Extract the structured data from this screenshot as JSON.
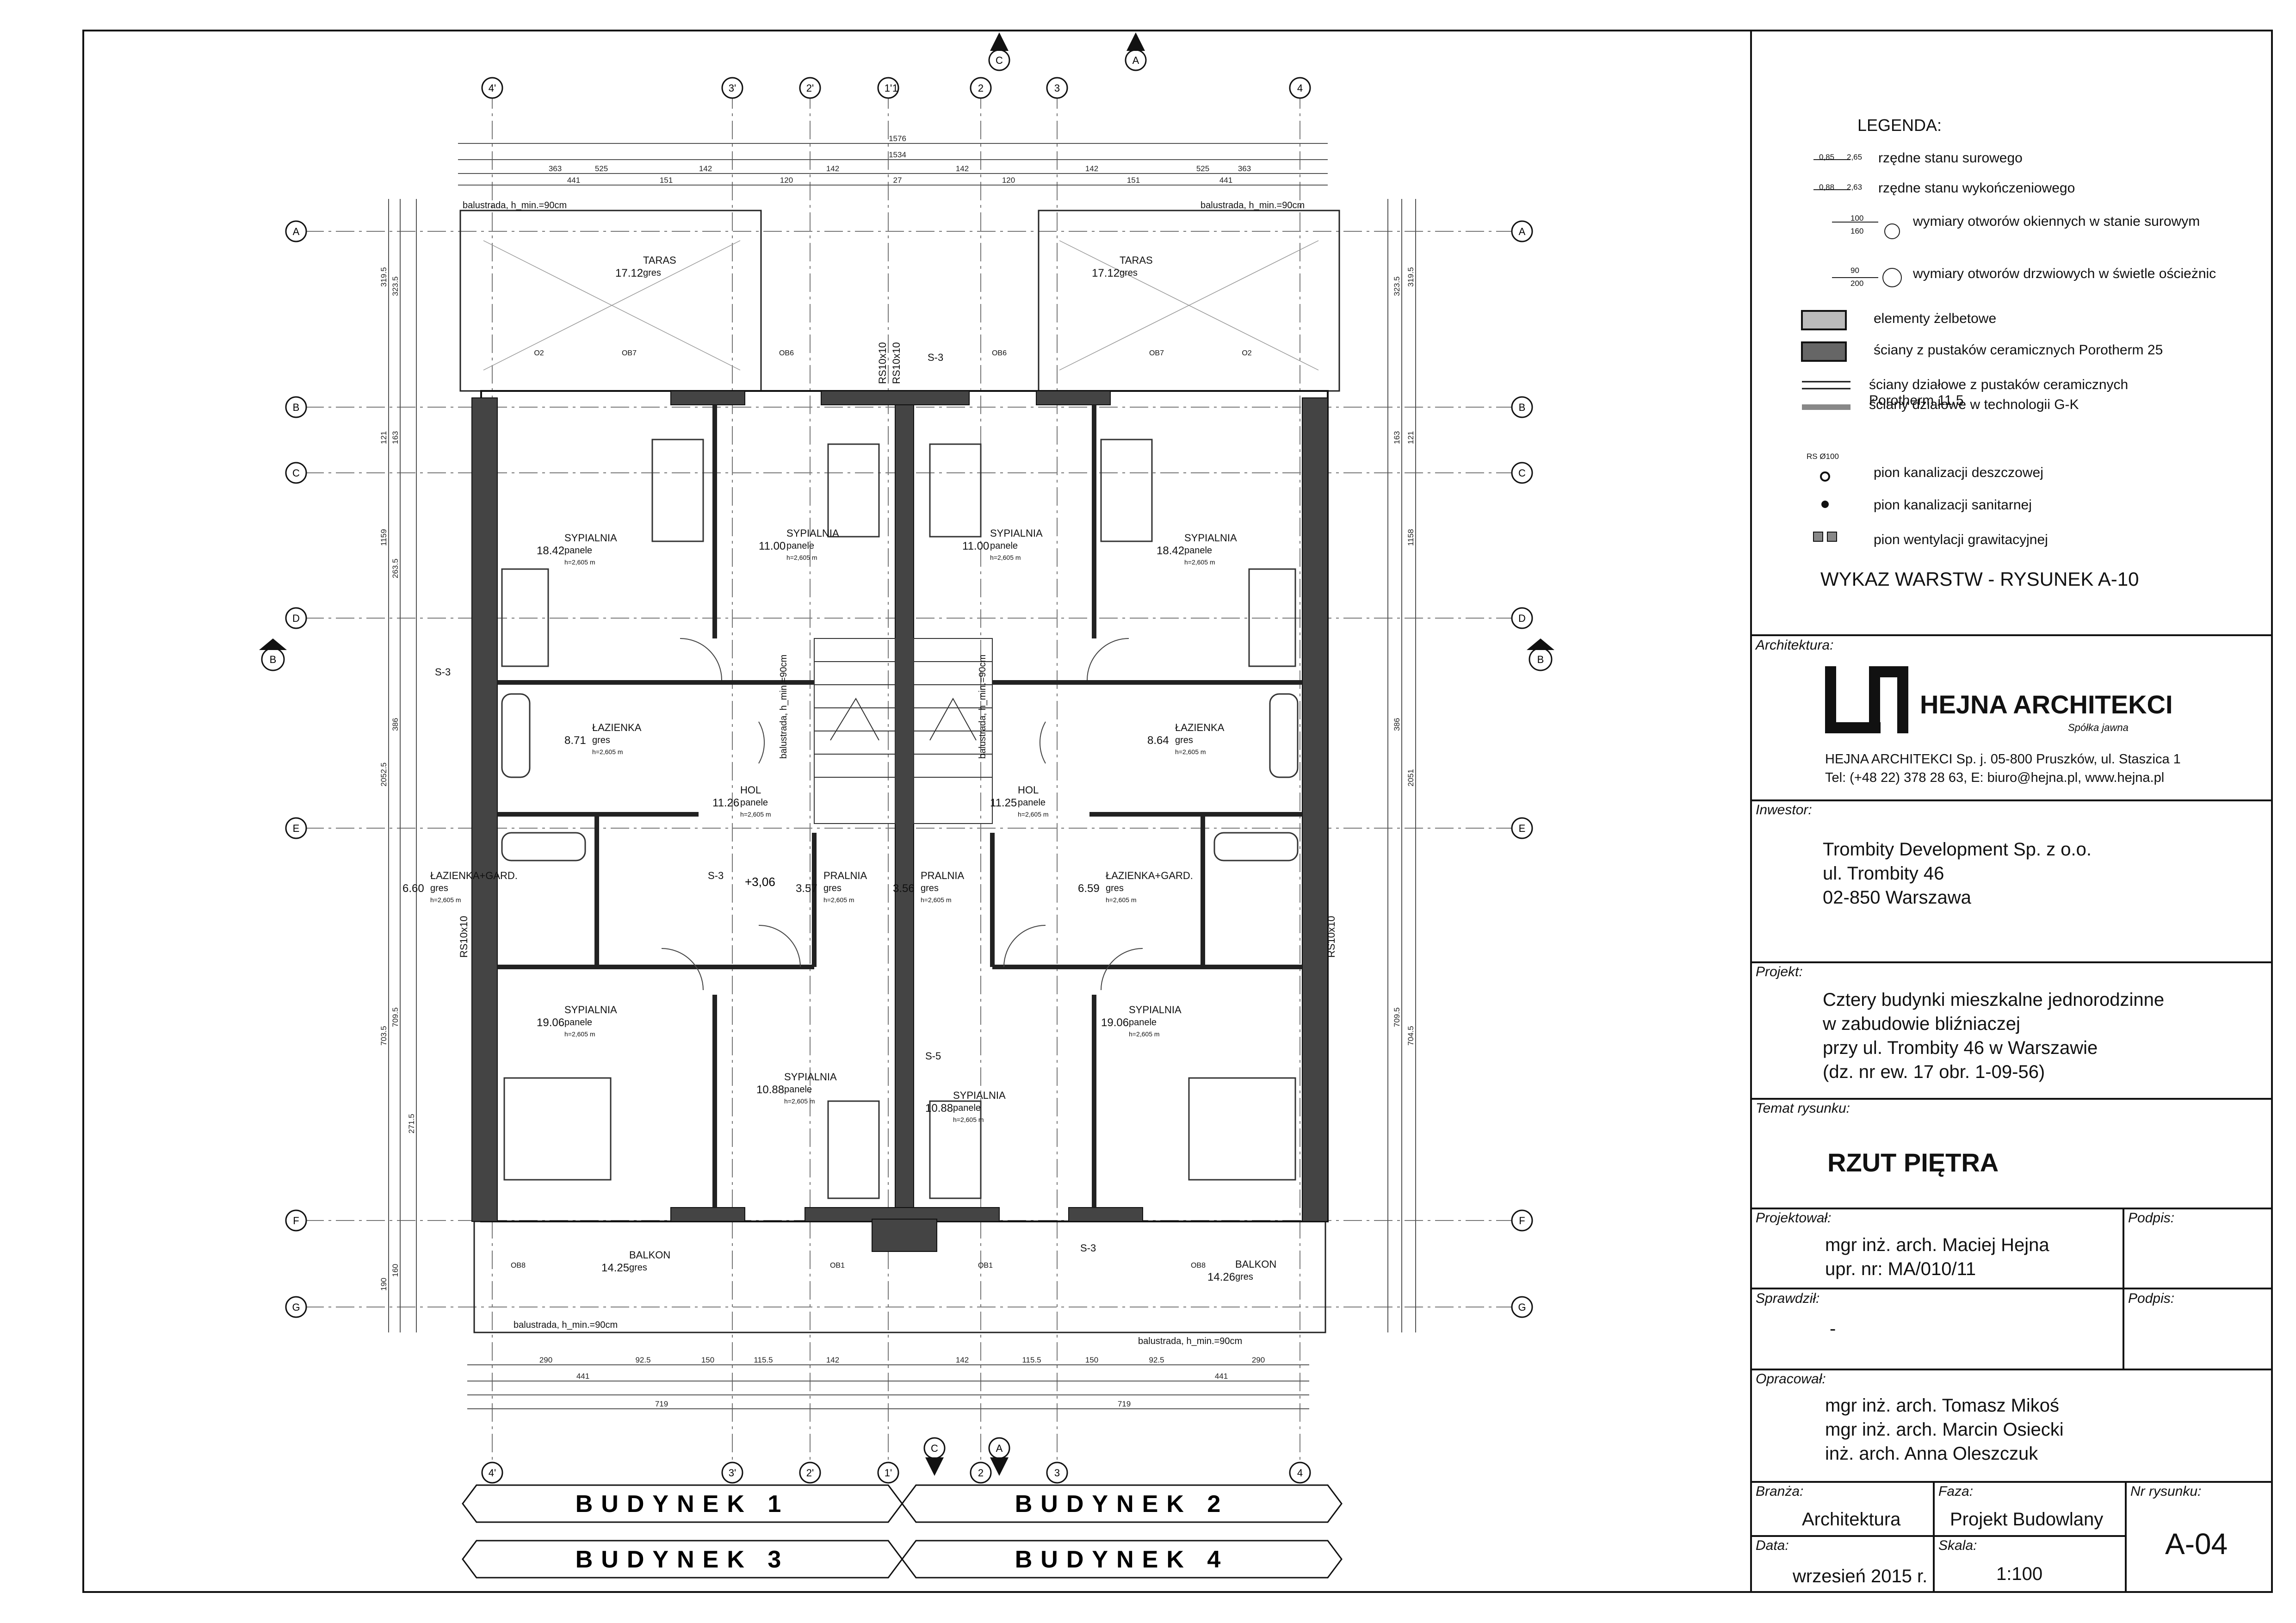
{
  "legend": {
    "title": "LEGENDA:",
    "items": [
      {
        "icon": "level-raw-icon",
        "label": "rzędne stanu surowego",
        "sample": [
          "0,85",
          "2,65"
        ]
      },
      {
        "icon": "level-finish-icon",
        "label": "rzędne stanu wykończeniowego",
        "sample": [
          "0,88",
          "2,63"
        ]
      },
      {
        "icon": "window-opening-icon",
        "label": "wymiary otworów okiennych w stanie surowym",
        "sample": [
          "100",
          "160"
        ]
      },
      {
        "icon": "door-opening-icon",
        "label": "wymiary otworów drzwiowych w świetle ościeżnic",
        "sample": [
          "90",
          "200"
        ]
      },
      {
        "icon": "reinforced-concrete-icon",
        "label": "elementy żelbetowe"
      },
      {
        "icon": "porotherm-25-wall-icon",
        "label": "ściany z pustaków ceramicznych Porotherm 25"
      },
      {
        "icon": "partition-wall-icon",
        "label": "ściany działowe z pustaków ceramicznych Porotherm 11,5"
      },
      {
        "icon": "drywall-partition-icon",
        "label": "ściany działowe w technologii G-K"
      },
      {
        "icon": "rain-pipe-icon",
        "label": "pion kanalizacji deszczowej",
        "sample": [
          "RS Ø100"
        ]
      },
      {
        "icon": "sewage-pipe-icon",
        "label": "pion kanalizacji sanitarnej"
      },
      {
        "icon": "ventilation-icon",
        "label": "pion wentylacji grawitacyjnej"
      }
    ],
    "layers_note": "WYKAZ WARSTW - RYSUNEK A-10"
  },
  "architect": {
    "label": "Architektura:",
    "logo_text": "HEJNA ARCHITEKCI",
    "logo_sub": "Spółka jawna",
    "address": "HEJNA ARCHITEKCI Sp. j. 05-800 Pruszków, ul. Staszica 1",
    "contact": "Tel: (+48 22) 378 28 63, E: biuro@hejna.pl, www.hejna.pl"
  },
  "investor": {
    "label": "Inwestor:",
    "lines": [
      "Trombity Development Sp. z o.o.",
      "ul. Trombity 46",
      "02-850 Warszawa"
    ]
  },
  "project": {
    "label": "Projekt:",
    "lines": [
      "Cztery budynki mieszkalne jednorodzinne",
      "w zabudowie bliźniaczej",
      "przy ul. Trombity 46 w Warszawie",
      "(dz. nr ew. 17 obr. 1-09-56)"
    ]
  },
  "drawing_topic": {
    "label": "Temat rysunku:",
    "value": "RZUT PIĘTRA"
  },
  "designer": {
    "label": "Projektował:",
    "lines": [
      "mgr inż. arch. Maciej Hejna",
      "upr. nr: MA/010/11"
    ],
    "signature_label": "Podpis:"
  },
  "checked": {
    "label": "Sprawdził:",
    "value": "-",
    "signature_label": "Podpis:"
  },
  "prepared": {
    "label": "Opracował:",
    "lines": [
      "mgr inż. arch. Tomasz Mikoś",
      "mgr inż. arch. Marcin Osiecki",
      "inż. arch. Anna Oleszczuk"
    ]
  },
  "meta": {
    "branch_label": "Branża:",
    "branch": "Architektura",
    "phase_label": "Faza:",
    "phase": "Projekt Budowlany",
    "sheet_no_label": "Nr rysunku:",
    "sheet_no": "A-04",
    "date_label": "Data:",
    "date": "wrzesień 2015 r.",
    "scale_label": "Skala:",
    "scale": "1:100"
  },
  "buildings": [
    "BUDYNEK 1",
    "BUDYNEK 2",
    "BUDYNEK 3",
    "BUDYNEK 4"
  ],
  "plan": {
    "axes_vertical_top": [
      "4'",
      "3'",
      "2'",
      "1'",
      "1",
      "2",
      "3",
      "4"
    ],
    "axes_horizontal": [
      "A",
      "B",
      "C",
      "D",
      "E",
      "F",
      "G"
    ],
    "section_marks": [
      "C",
      "A",
      "B"
    ],
    "top_dims_total": [
      "1576",
      "1534"
    ],
    "top_dims_row": [
      "525",
      "441",
      "363",
      "151",
      "142",
      "120",
      "142",
      "27",
      "142",
      "120",
      "142",
      "151",
      "363",
      "441",
      "525"
    ],
    "bottom_dims_row": [
      "290",
      "92.5",
      "150",
      "115.5",
      "142",
      "142",
      "115.5",
      "150",
      "92.5",
      "290"
    ],
    "bottom_dims_total": [
      "441",
      "719",
      "719",
      "441"
    ],
    "left_dims": [
      "319.5",
      "323.5",
      "121",
      "163",
      "1159",
      "263.5",
      "2052.5",
      "386",
      "709.5",
      "703.5",
      "271.5",
      "160",
      "190"
    ],
    "right_dims": [
      "323.5",
      "319.5",
      "163",
      "121",
      "1158",
      "2051",
      "386",
      "709.5",
      "704.5"
    ],
    "railings": [
      "balustrada, h_min.=90cm",
      "balustrada, h_min.=90cm",
      "balustrada, h_min.=90cm",
      "balustrada, h_min.=90cm",
      "balustrada, h_min.=90cm",
      "balustrada, h_min.=90cm"
    ],
    "rooms": [
      {
        "name": "TARAS",
        "area": "17.12",
        "floor": "gres"
      },
      {
        "name": "TARAS",
        "area": "17.12",
        "floor": "gres"
      },
      {
        "name": "SYPIALNIA",
        "area": "18.42",
        "floor": "panele",
        "h": "h=2,605 m"
      },
      {
        "name": "SYPIALNIA",
        "area": "11.00",
        "floor": "panele",
        "h": "h=2,605 m"
      },
      {
        "name": "SYPIALNIA",
        "area": "11.00",
        "floor": "panele",
        "h": "h=2,605 m"
      },
      {
        "name": "SYPIALNIA",
        "area": "18.42",
        "floor": "panele",
        "h": "h=2,605 m"
      },
      {
        "name": "ŁAZIENKA",
        "area": "8.71",
        "floor": "gres",
        "h": "h=2,605 m"
      },
      {
        "name": "ŁAZIENKA",
        "area": "8.64",
        "floor": "gres",
        "h": "h=2,605 m"
      },
      {
        "name": "HOL",
        "area": "11.26",
        "floor": "panele",
        "h": "h=2,605 m"
      },
      {
        "name": "HOL",
        "area": "11.25",
        "floor": "panele",
        "h": "h=2,605 m"
      },
      {
        "name": "ŁAZIENKA+GARD.",
        "area": "6.60",
        "floor": "gres",
        "h": "h=2,605 m"
      },
      {
        "name": "ŁAZIENKA+GARD.",
        "area": "6.59",
        "floor": "gres",
        "h": "h=2,605 m"
      },
      {
        "name": "PRALNIA",
        "area": "3.57",
        "floor": "gres",
        "h": "h=2,605 m"
      },
      {
        "name": "PRALNIA",
        "area": "3.56",
        "floor": "gres",
        "h": "h=2,605 m"
      },
      {
        "name": "SYPIALNIA",
        "area": "19.06",
        "floor": "panele",
        "h": "h=2,605 m"
      },
      {
        "name": "SYPIALNIA",
        "area": "10.88",
        "floor": "panele",
        "h": "h=2,605 m"
      },
      {
        "name": "SYPIALNIA",
        "area": "10.88",
        "floor": "panele",
        "h": "h=2,605 m"
      },
      {
        "name": "SYPIALNIA",
        "area": "19.06",
        "floor": "panele",
        "h": "h=2,605 m"
      },
      {
        "name": "BALKON",
        "area": "14.25",
        "floor": "gres"
      },
      {
        "name": "BALKON",
        "area": "14.26",
        "floor": "gres"
      }
    ],
    "level_mark": "+3,06",
    "rs_labels": [
      "RS10x10",
      "RS10x10",
      "RS10x10",
      "RS10x10"
    ],
    "section_tags": [
      "S-3",
      "S-3",
      "S-3",
      "S-3",
      "S-5"
    ],
    "window_tags": [
      "O2",
      "OB7",
      "OB6",
      "OB6",
      "OB7",
      "O2",
      "OB8",
      "OB1",
      "OB1",
      "OB8"
    ]
  }
}
